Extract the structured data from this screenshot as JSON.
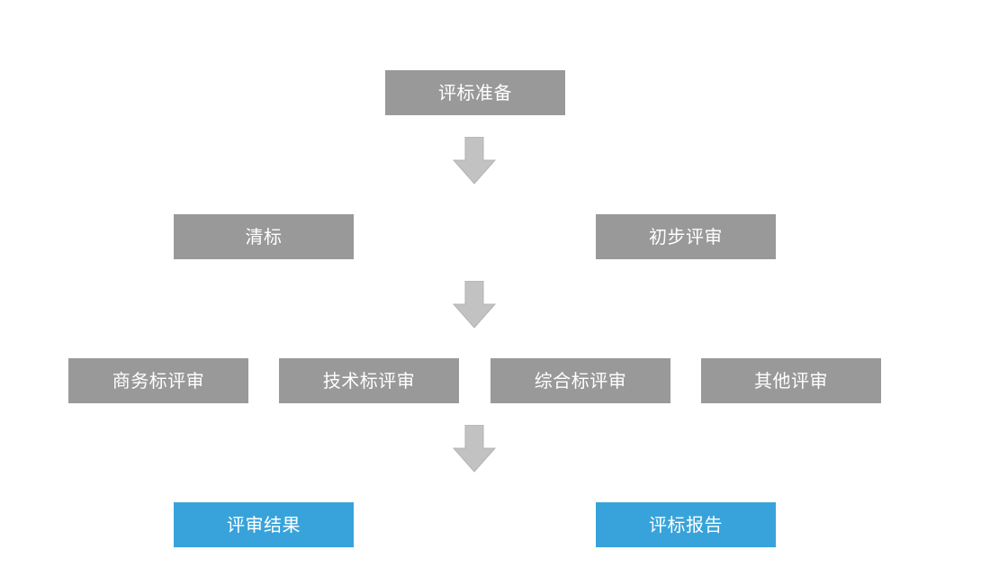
{
  "colors": {
    "step_box": "#999999",
    "result_box": "#38a3da",
    "arrow": "#c2c2c2",
    "text": "#ffffff"
  },
  "steps": {
    "prep": "评标准备",
    "clear": "清标",
    "initial": "初步评审",
    "business": "商务标评审",
    "technical": "技术标评审",
    "comprehensive": "综合标评审",
    "other": "其他评审",
    "result": "评审结果",
    "report": "评标报告"
  },
  "arrows": [
    "down-arrow",
    "down-arrow",
    "down-arrow"
  ]
}
